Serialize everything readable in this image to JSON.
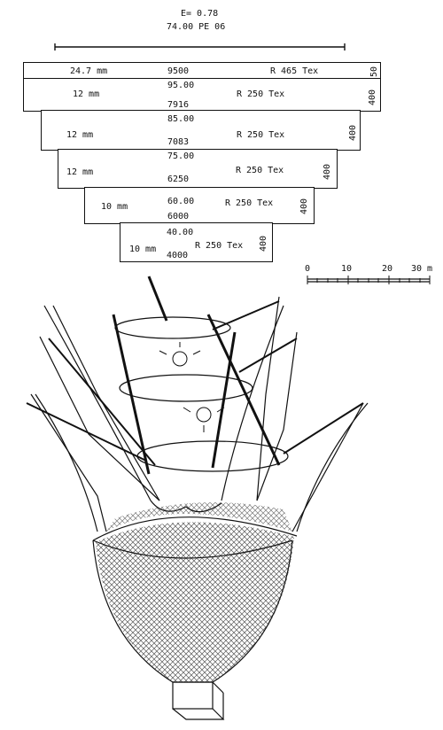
{
  "header": {
    "epsilon": "E= 0.78",
    "headline": "74.00  PE 06"
  },
  "sections": [
    {
      "mesh": "24.7 mm",
      "top": "9500",
      "bottom": "",
      "twine": "R 465 Tex",
      "depth": "50"
    },
    {
      "mesh": "12 mm",
      "top": "95.00",
      "bottom": "7916",
      "twine": "R 250 Tex",
      "depth": "400"
    },
    {
      "mesh": "12 mm",
      "top": "85.00",
      "bottom": "7083",
      "twine": "R 250 Tex",
      "depth": "400"
    },
    {
      "mesh": "12 mm",
      "top": "75.00",
      "bottom": "6250",
      "twine": "R 250 Tex",
      "depth": "400"
    },
    {
      "mesh": "10 mm",
      "top": "60.00",
      "bottom": "6000",
      "twine": "R 250 Tex",
      "depth": "400"
    },
    {
      "mesh": "10 mm",
      "top": "40.00",
      "bottom": "4000",
      "twine": "R 250 Tex",
      "depth": "400"
    }
  ],
  "scale": {
    "ticks": [
      "0",
      "10",
      "20",
      "30 m"
    ]
  },
  "illustration": {
    "icons": [
      "lamp-icon",
      "lamp-icon"
    ]
  }
}
